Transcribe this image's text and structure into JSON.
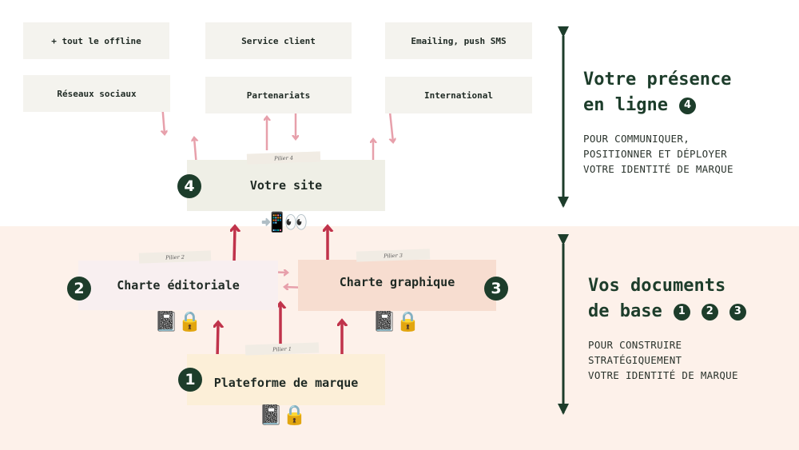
{
  "top_boxes": {
    "offline": "+ tout le offline",
    "service_client": "Service client",
    "emailing": "Emailing, push SMS",
    "reseaux": "Réseaux sociaux",
    "partenariats": "Partenariats",
    "international": "International"
  },
  "pillars": {
    "site": {
      "label": "Votre site",
      "tab": "Pilier 4",
      "number": "4",
      "emojis": "📲👀"
    },
    "editoriale": {
      "label": "Charte éditoriale",
      "tab": "Pilier 2",
      "number": "2",
      "emojis": "📓🔒"
    },
    "graphique": {
      "label": "Charte graphique",
      "tab": "Pilier 3",
      "number": "3",
      "emojis": "📓🔒"
    },
    "marque": {
      "label": "Plateforme de marque",
      "tab": "Pilier 1",
      "number": "1",
      "emojis": "📓🔒"
    }
  },
  "panel_top": {
    "title_line1": "Votre présence",
    "title_line2": "en ligne",
    "badge": "4",
    "text_line1": "POUR COMMUNIQUER,",
    "text_line2": "POSITIONNER ET DÉPLOYER",
    "text_line3": "VOTRE IDENTITÉ DE MARQUE"
  },
  "panel_bottom": {
    "title_line1": "Vos documents",
    "title_line2": "de base",
    "badges": [
      "1",
      "2",
      "3"
    ],
    "text_line1": "POUR CONSTRUIRE",
    "text_line2": "STRATÉGIQUEMENT",
    "text_line3": "VOTRE IDENTITÉ DE MARQUE"
  },
  "colors": {
    "dark_green": "#1d3d2b",
    "arrow_red": "#c0334b",
    "arrow_pink": "#e7a0ab",
    "bottom_band": "#fdf1ea"
  }
}
